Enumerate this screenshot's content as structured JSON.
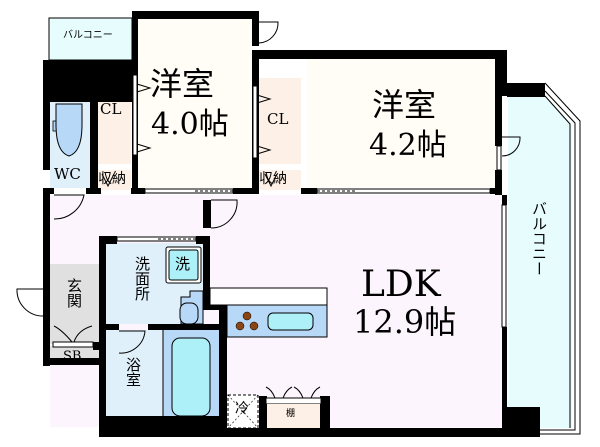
{
  "colors": {
    "wall": "#000000",
    "room_western": "#fffdf5",
    "closet": "#fdf0e6",
    "ldk": "#fdf5fd",
    "wet_area": "#dff0fb",
    "balcony": "#e6fcfd",
    "entrance": "#e0e0e0",
    "fixture_blue": "#b8d8f8",
    "fixture_cyan": "#aef0f8",
    "stove_burner": "#8b4513"
  },
  "rooms": {
    "western_room_1": {
      "name": "洋室",
      "size": "4.0帖"
    },
    "western_room_2": {
      "name": "洋室",
      "size": "4.2帖"
    },
    "ldk": {
      "name": "LDK",
      "size": "12.9帖"
    },
    "wc": {
      "name": "WC"
    },
    "closet_1": {
      "name": "CL"
    },
    "closet_2": {
      "name": "CL"
    },
    "storage_1": {
      "name": "収納"
    },
    "storage_2": {
      "name": "収納"
    },
    "washroom": {
      "name": "洗面所"
    },
    "washer": {
      "name": "洗"
    },
    "bathroom": {
      "name": "浴室"
    },
    "entrance": {
      "name": "玄関"
    },
    "shoe_box": {
      "name": "SB"
    },
    "fridge": {
      "name": "冷"
    },
    "shelf": {
      "name": "棚"
    },
    "balcony_top": {
      "name": "バルコニー"
    },
    "balcony_right": {
      "name": "バルコニー"
    }
  }
}
